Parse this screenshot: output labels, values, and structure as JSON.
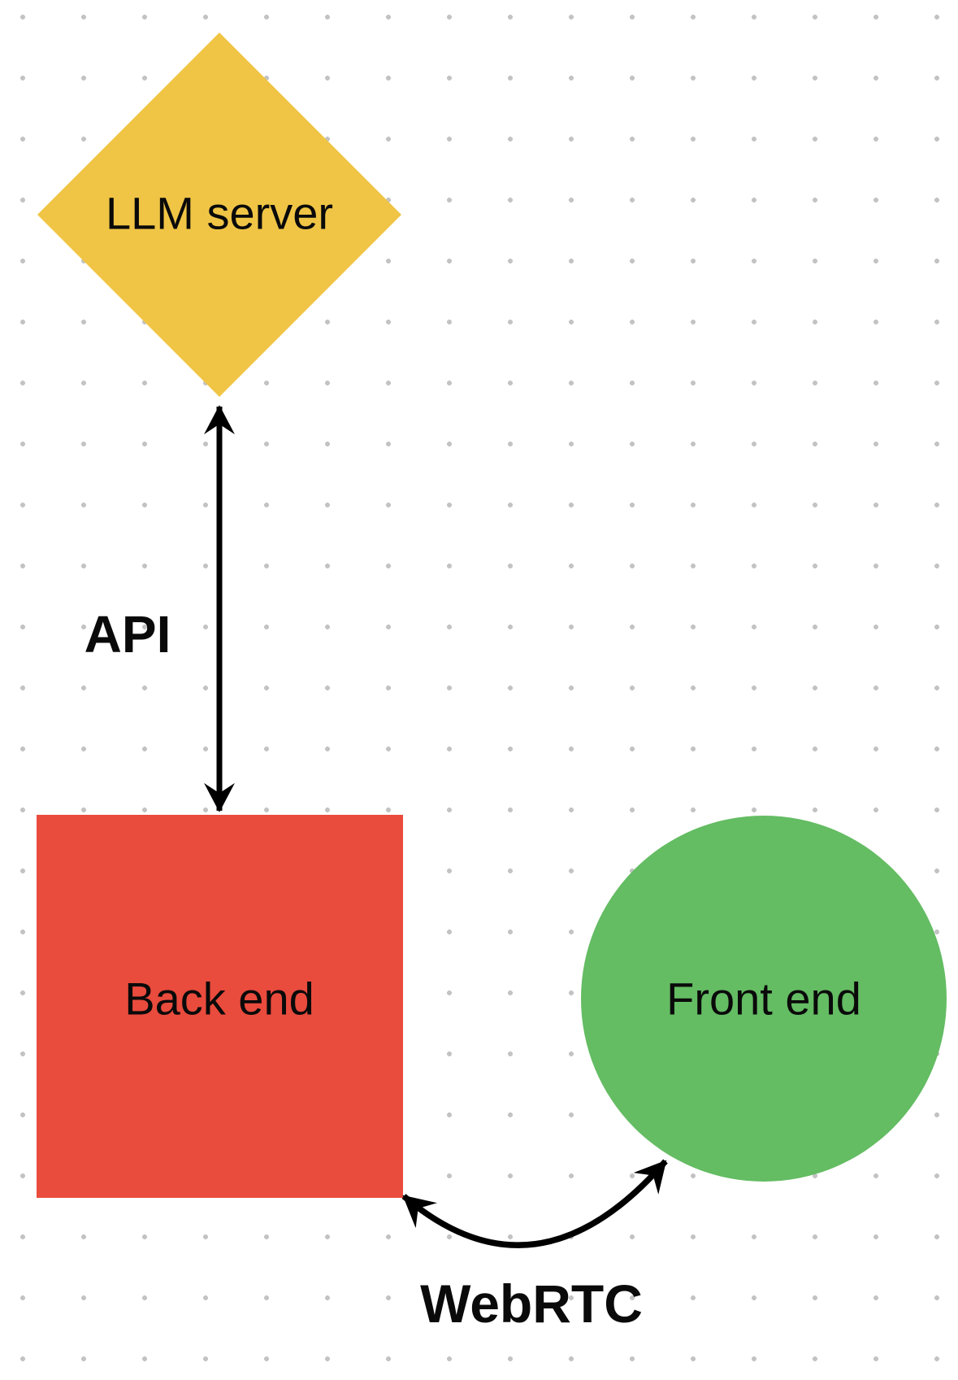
{
  "canvas": {
    "background_color": "#ffffff",
    "dot_color": "#c3c3c3",
    "nodes": [
      {
        "id": "llm-server",
        "shape": "diamond",
        "label": "LLM server",
        "fill": "#F0C545"
      },
      {
        "id": "back-end",
        "shape": "square",
        "label": "Back end",
        "fill": "#E94B3D"
      },
      {
        "id": "front-end",
        "shape": "circle",
        "label": "Front end",
        "fill": "#64BC63"
      }
    ],
    "connectors": [
      {
        "id": "api",
        "label": "API",
        "type": "straight-double-arrow",
        "color": "#000000"
      },
      {
        "id": "webrtc",
        "label": "WebRTC",
        "type": "curved-double-arrow",
        "color": "#000000"
      }
    ]
  }
}
